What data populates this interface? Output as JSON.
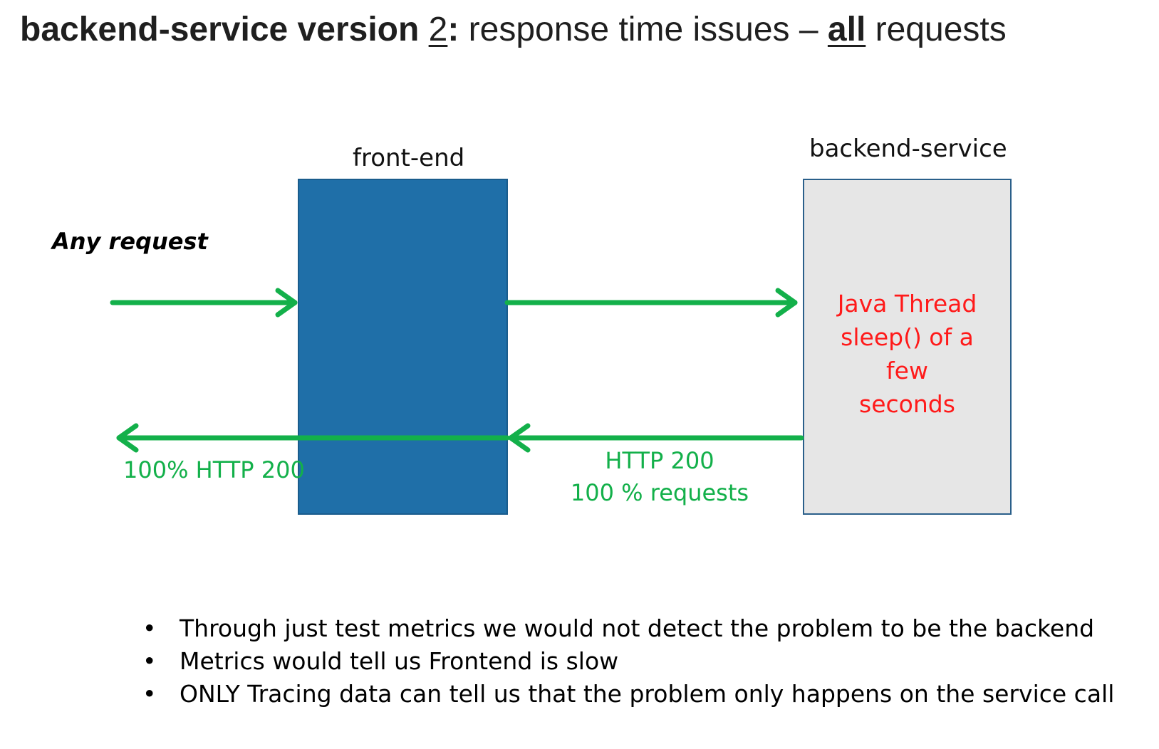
{
  "title": {
    "part1": "backend-service version ",
    "version_number": "2",
    "part2": ":",
    "part3": " response time issues – ",
    "emphasis": "all",
    "part4": " requests"
  },
  "diagram": {
    "frontend_label": "front-end",
    "backend_label": "backend-service",
    "incoming_label": "Any request",
    "backend_note_lines": [
      "Java Thread",
      "sleep() of a",
      "few",
      "seconds"
    ],
    "response_left_label": "100% HTTP 200",
    "response_right_line1": "HTTP 200",
    "response_right_line2": "100 % requests",
    "colors": {
      "frontend_box": "#1f6fa8",
      "backend_box": "#e6e6e6",
      "backend_border": "#2a5f8a",
      "arrow": "#13b04a",
      "note": "#ff1a1a"
    }
  },
  "bullets": {
    "marker": "•",
    "items": [
      "Through just test metrics we would not detect the problem to be the backend",
      "Metrics would tell us Frontend is slow",
      "ONLY Tracing data can tell us that the problem only happens on the service call"
    ]
  }
}
